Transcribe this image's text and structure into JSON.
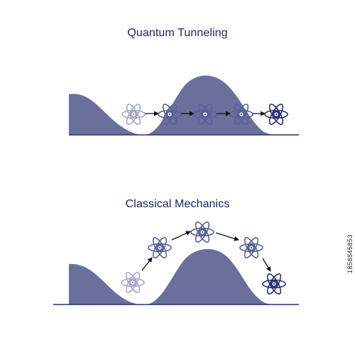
{
  "colors": {
    "hill": "#6b6f9c",
    "ink": "#1f2466",
    "atom_strong": "#2b2f73",
    "atom_mid": "#5a5f98",
    "atom_faint": "#a6a9c9",
    "arrow": "#111111",
    "baseline": "#2b2f73"
  },
  "diagrams": {
    "quantum": {
      "title": "Quantum Tunneling"
    },
    "classical": {
      "title": "Classical Mechanics"
    }
  },
  "stock_id": "1858845853",
  "icons": {
    "atom": "atom-icon",
    "arrow": "arrow-right-icon"
  }
}
